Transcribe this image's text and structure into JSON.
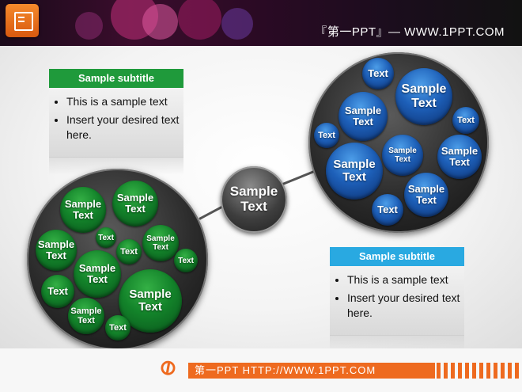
{
  "header": {
    "title": "『第一PPT』— WWW.1PPT.COM",
    "logo_icon": "presentation-icon"
  },
  "left_box": {
    "subtitle": "Sample subtitle",
    "accent": "#1f9a3b",
    "bullets": [
      "This is a sample text",
      "Insert your desired text here."
    ]
  },
  "right_box": {
    "subtitle": "Sample subtitle",
    "accent": "#29a9e1",
    "bullets": [
      "This is a sample text",
      "Insert your desired text here."
    ]
  },
  "center": {
    "label": "Sample Text"
  },
  "green_cluster": [
    "Sample Text",
    "Sample Text",
    "Text",
    "Sample Text",
    "Sample Text",
    "Text",
    "Sample Text",
    "Text",
    "Text",
    "Sample Text",
    "Sample Text",
    "Text"
  ],
  "blue_cluster": [
    "Text",
    "Sample Text",
    "Sample Text",
    "Text",
    "Text",
    "Sample Text",
    "Sample Text",
    "Sample Text",
    "Sample Text",
    "Text"
  ],
  "footer": {
    "text": "第一PPT HTTP://WWW.1PPT.COM",
    "icon": "paperclip-icon",
    "accent": "#ee6a1f"
  }
}
